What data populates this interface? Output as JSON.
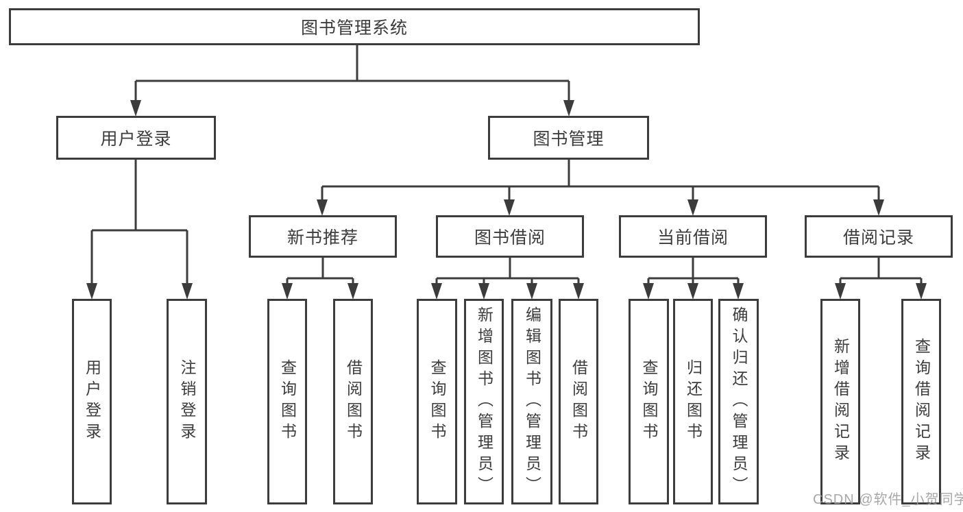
{
  "diagram": {
    "root": {
      "label": "图书管理系统"
    },
    "level2": [
      {
        "label": "用户登录"
      },
      {
        "label": "图书管理"
      }
    ],
    "level3": [
      {
        "label": "新书推荐"
      },
      {
        "label": "图书借阅"
      },
      {
        "label": "当前借阅"
      },
      {
        "label": "借阅记录"
      }
    ],
    "leaves": {
      "user_login": [
        {
          "label": "用户登录"
        },
        {
          "label": "注销登录"
        }
      ],
      "new_book_recommend": [
        {
          "label": "查询图书"
        },
        {
          "label": "借阅图书"
        }
      ],
      "book_borrow": [
        {
          "label": "查询图书"
        },
        {
          "label": "新增图书（管理员）"
        },
        {
          "label": "编辑图书（管理员）"
        },
        {
          "label": "借阅图书"
        }
      ],
      "current_borrow": [
        {
          "label": "查询图书"
        },
        {
          "label": "归还图书"
        },
        {
          "label": "确认归还（管理员）"
        }
      ],
      "borrow_records": [
        {
          "label": "新增借阅记录"
        },
        {
          "label": "查询借阅记录"
        }
      ]
    },
    "colors": {
      "line": "#3c3c3c",
      "text": "#3c3c3c",
      "watermark": "#9e9e9e",
      "background": "#ffffff"
    }
  },
  "watermark": {
    "text": "CSDN @软件_小贺同学"
  }
}
